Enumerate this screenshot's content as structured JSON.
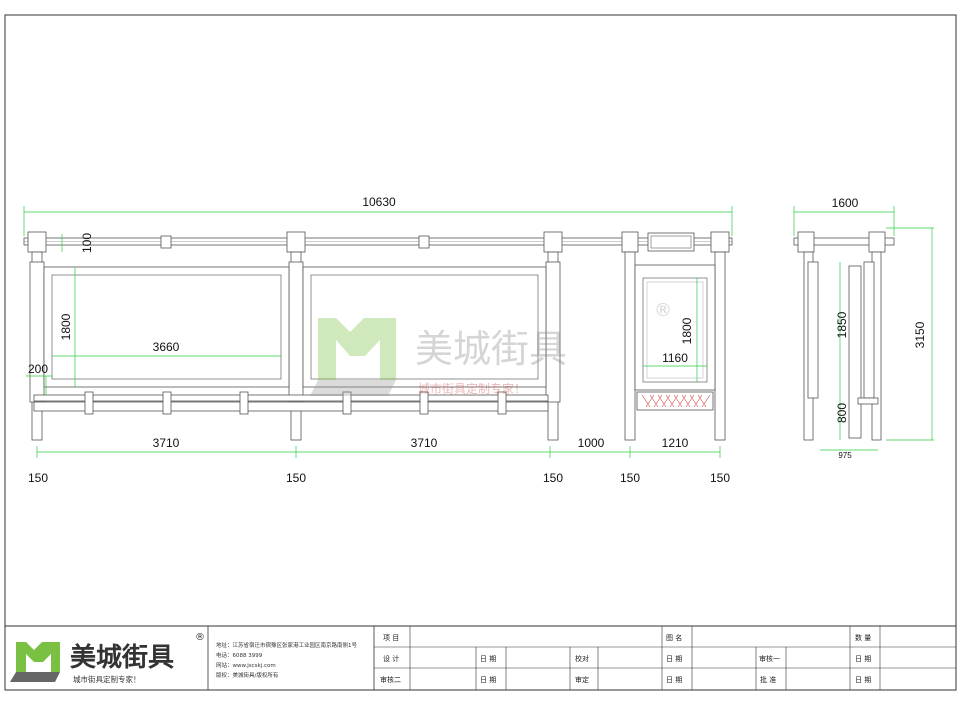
{
  "dimensions": {
    "overall_length": "10630",
    "pole_spacing": "100",
    "panel_height": "1800",
    "panel_width": "3660",
    "bench_height": "200",
    "bay_left": "3710",
    "bay_middle": "3710",
    "gap": "1000",
    "box_width": "1210",
    "box_panel_height": "1800",
    "box_panel_width": "1160",
    "post_1": "150",
    "post_2": "150",
    "post_3": "150",
    "post_4": "150",
    "post_5": "150",
    "side_depth": "1600",
    "side_panel_height": "1850",
    "side_total_height": "3150",
    "side_lower_height": "800",
    "side_base": "975"
  },
  "watermark": {
    "brand": "美城街具",
    "registered": "®",
    "slogan": "城市街具定制专家！"
  },
  "logo": {
    "brand": "美城街具",
    "registered": "®",
    "slogan": "城市街具定制专家！"
  },
  "company_info": {
    "address": "地址：江苏省宿迁市宿豫区张家港工业园区南京路南侧1号",
    "phone": "电话：6088 3999",
    "website": "网站：www.jscskj.com",
    "copyright": "版权：美城街具/版权所有"
  },
  "title_block": {
    "project": "项  目",
    "design": "设  计",
    "review2": "审核二",
    "date1": "日  期",
    "date2": "日  期",
    "proofread": "校对",
    "approve_set": "审定",
    "drawing_name": "图  名",
    "date3": "日  期",
    "date4": "日  期",
    "review1": "审核一",
    "approval": "批  准",
    "quantity": "数  量",
    "date5": "日  期",
    "date6": "日  期"
  },
  "colors": {
    "line": "#333333",
    "dimension": "#2ecc40",
    "brand_green": "#7ac143",
    "brand_dark": "#333333",
    "accent_red": "#d04040"
  }
}
